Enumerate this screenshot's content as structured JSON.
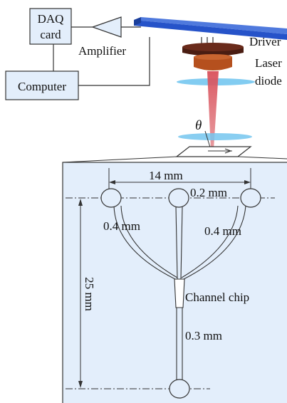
{
  "setup": {
    "daq_line1": "DAQ",
    "daq_line2": "card",
    "amplifier": "Amplifier",
    "computer": "Computer",
    "driver": "Driver",
    "laser_line1": "Laser",
    "laser_line2": "diode",
    "theta": "θ"
  },
  "chip": {
    "width_dim": "14 mm",
    "gap_dim": "0.2 mm",
    "left_channel": "0.4 mm",
    "right_channel": "0.4 mm",
    "height_dim": "25 mm",
    "label": "Channel chip",
    "outlet_channel": "0.3 mm"
  },
  "colors": {
    "box_fill": "#e3eefb",
    "panel_fill": "#e3eefb",
    "driver_blue": "#2653c9",
    "lens_cyan": "#74c6ef",
    "diode_dark": "#4a1d12",
    "diode_copper": "#b5501e",
    "beam_red": "#d9505a"
  }
}
